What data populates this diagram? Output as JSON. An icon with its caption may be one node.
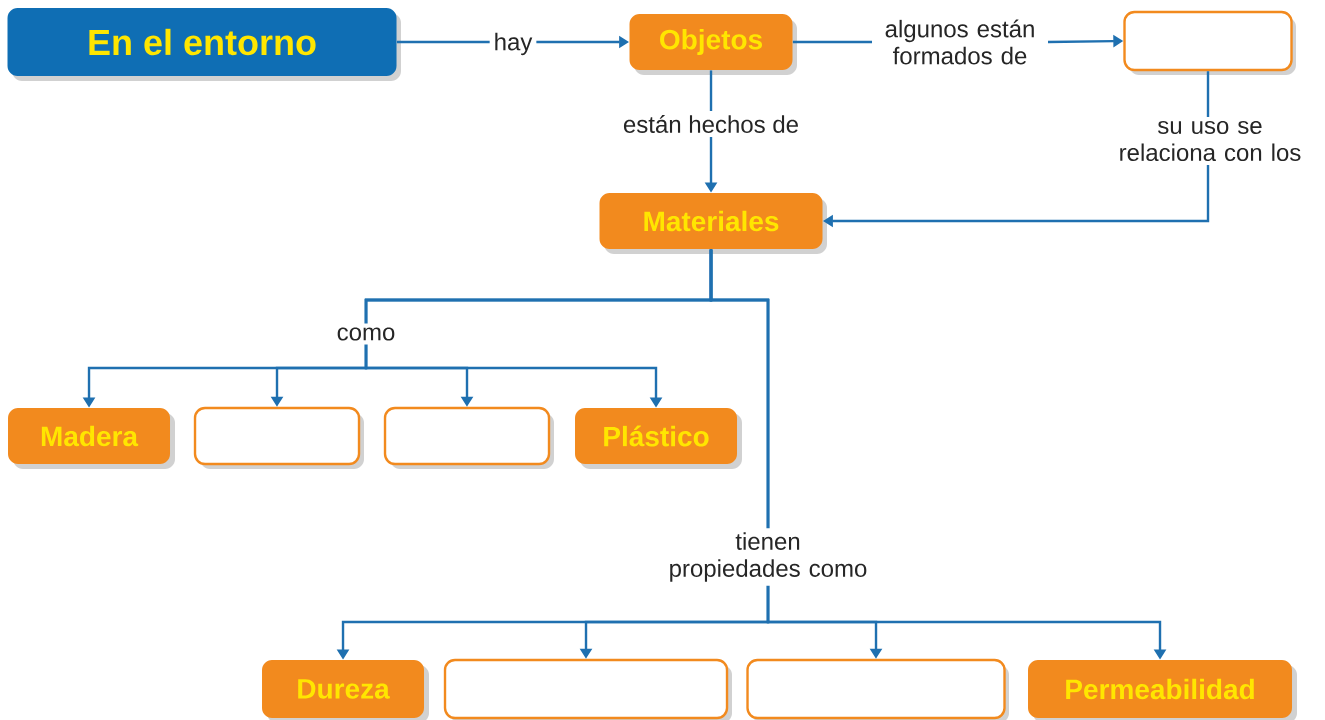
{
  "diagram": {
    "nodes": [
      {
        "text": [
          "En el entorno"
        ]
      },
      {
        "text": [
          "Objetos"
        ]
      },
      {
        "text": [],
        "shape": "box"
      },
      {
        "text": [
          "Materiales"
        ]
      },
      {
        "text": [
          "Madera"
        ]
      },
      {
        "text": [],
        "shape": "box"
      },
      {
        "text": [],
        "shape": "box"
      },
      {
        "text": [
          "Plástico"
        ]
      },
      {
        "text": [
          "Dureza"
        ]
      },
      {
        "text": [],
        "shape": "box"
      },
      {
        "text": [],
        "shape": "box"
      },
      {
        "text": [
          "Permeabilidad"
        ]
      }
    ],
    "edges": [
      {
        "from": 0,
        "to": 1,
        "arrow": "to",
        "label": "hay"
      },
      {
        "from": 1,
        "to": 2,
        "arrow": "to",
        "label": "algunos están formados de"
      },
      {
        "from": 1,
        "to": 3,
        "arrow": "to",
        "label": "están hechos de"
      },
      {
        "from": 2,
        "to": 3,
        "arrow": "to",
        "label": "su uso se relaciona con los"
      },
      {
        "from": 3,
        "to": 4,
        "arrow": "to",
        "label": "como"
      },
      {
        "from": 3,
        "to": 5,
        "arrow": "to"
      },
      {
        "from": 3,
        "to": 6,
        "arrow": "to"
      },
      {
        "from": 3,
        "to": 7,
        "arrow": "to"
      },
      {
        "from": 3,
        "to": 8,
        "arrow": "to",
        "label": "tienen propiedades como"
      },
      {
        "from": 3,
        "to": 9,
        "arrow": "to"
      },
      {
        "from": 3,
        "to": 10,
        "arrow": "to"
      },
      {
        "from": 3,
        "to": 11,
        "arrow": "to"
      }
    ]
  }
}
